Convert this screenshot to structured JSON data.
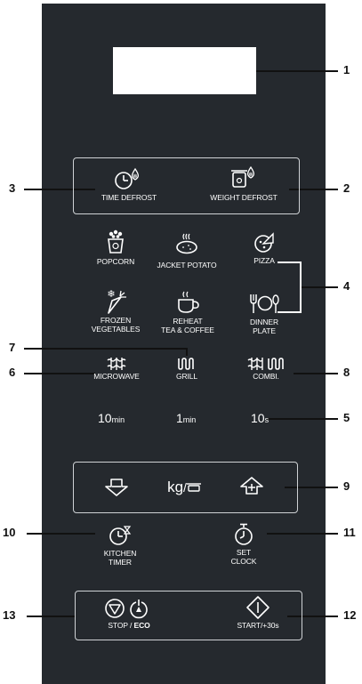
{
  "callouts": [
    "1",
    "2",
    "3",
    "4",
    "5",
    "6",
    "7",
    "8",
    "9",
    "10",
    "11",
    "12",
    "13"
  ],
  "defrost": {
    "time": "TIME DEFROST",
    "weight": "WEIGHT DEFROST"
  },
  "auto_cook": {
    "popcorn": "POPCORN",
    "jacket_potato": "JACKET POTATO",
    "pizza": "PIZZA",
    "frozen_line1": "FROZEN",
    "frozen_line2": "VEGETABLES",
    "reheat_line1": "REHEAT",
    "reheat_line2": "TEA & COFFEE",
    "dinner_line1": "DINNER",
    "dinner_line2": "PLATE"
  },
  "modes": {
    "microwave": "MICROWAVE",
    "grill": "GRILL",
    "combi": "COMBI."
  },
  "time_keys": {
    "ten_min_value": "10",
    "ten_min_unit": "min",
    "one_min_value": "1",
    "one_min_unit": "min",
    "ten_s_value": "10",
    "ten_s_unit": "s"
  },
  "weight": {
    "kg": "kg"
  },
  "kitchen_timer": {
    "line1": "KITCHEN",
    "line2": "TIMER"
  },
  "set_clock": {
    "line1": "SET",
    "line2": "CLOCK"
  },
  "stop_eco": {
    "stop": "STOP",
    "sep": " / ",
    "eco": "ECO"
  },
  "start": "START/+30s",
  "colors": {
    "panel": "#25292e",
    "display": "#ffffff",
    "outline": "#cfd2d5",
    "callout": "#111111"
  }
}
